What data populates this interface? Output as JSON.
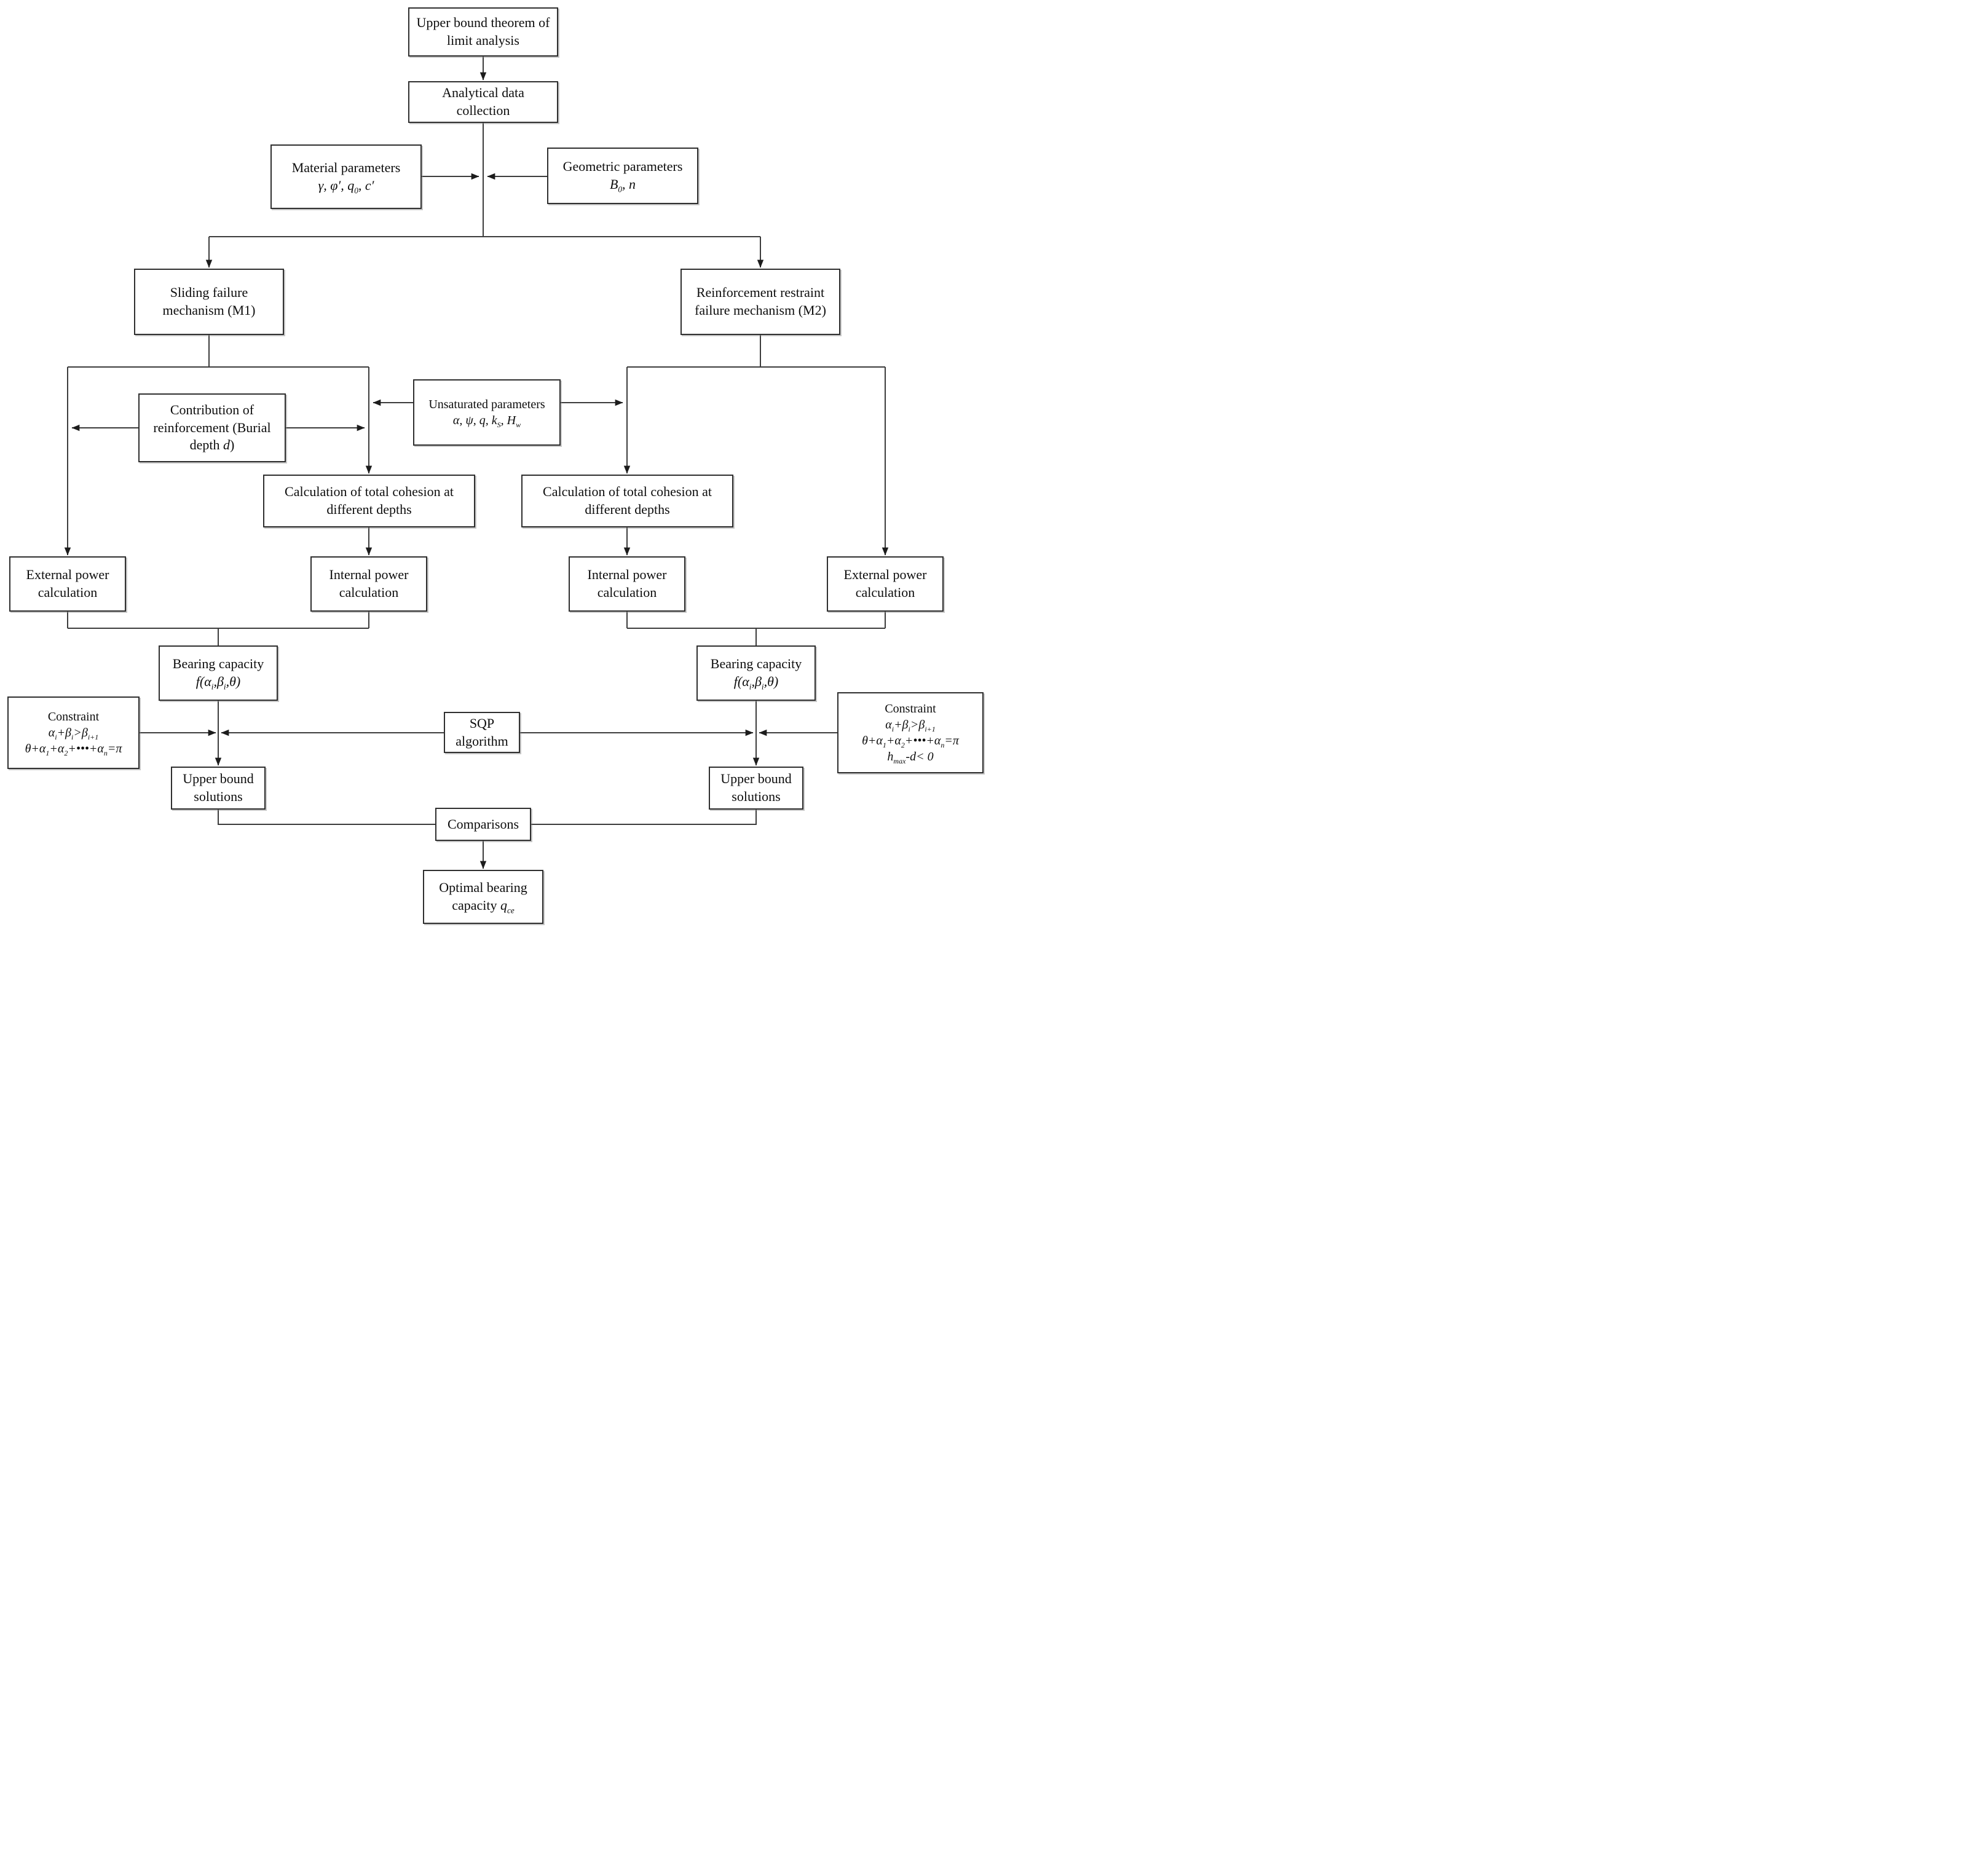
{
  "figure": {
    "type": "flowchart",
    "line_color": "#3c3c3c",
    "box_border_color": "#2f2f2f",
    "background": "#ffffff"
  },
  "boxes": {
    "theorem": {
      "text": "Upper bound theorem of limit analysis"
    },
    "collection": {
      "text": "Analytical data collection"
    },
    "material": {
      "title": "Material parameters",
      "f1": "γ, φ′, q",
      "s1": "0",
      "f2": ", c′"
    },
    "geometric": {
      "title": "Geometric parameters",
      "f1": "B",
      "s1": "0",
      "f2": ", n"
    },
    "m1": {
      "text": "Sliding failure mechanism (M1)"
    },
    "m2": {
      "text": "Reinforcement restraint failure mechanism (M2)"
    },
    "contribution": {
      "pre": "Contribution of reinforcement (Burial depth ",
      "var": "d",
      "post": ")"
    },
    "unsaturated": {
      "title": "Unsaturated parameters",
      "f1": "α, ψ, q, k",
      "s1": "S",
      "f2": ", H",
      "s2": "w"
    },
    "cohesion_left": {
      "text": "Calculation of total cohesion at different depths"
    },
    "cohesion_right": {
      "text": "Calculation of total cohesion at different depths"
    },
    "external_left": {
      "text": "External power calculation"
    },
    "internal_left": {
      "text": "Internal power calculation"
    },
    "internal_right": {
      "text": "Internal power calculation"
    },
    "external_right": {
      "text": "External power calculation"
    },
    "bearing_left": {
      "title": "Bearing capacity",
      "f1": "f(α",
      "s1": "i",
      "f2": ",β",
      "s2": "i",
      "f3": ",θ)"
    },
    "bearing_right": {
      "title": "Bearing capacity",
      "f1": "f(α",
      "s1": "i",
      "f2": ",β",
      "s2": "i",
      "f3": ",θ)"
    },
    "constraint_left": {
      "title": "Constraint",
      "l1a": "α",
      "l1s1": "i",
      "l1b": "+β",
      "l1s2": "i",
      "l1c": ">β",
      "l1s3": "i+1",
      "l2a": "θ+α",
      "l2s1": "1",
      "l2b": "+α",
      "l2s2": "2",
      "l2c": "+•••+α",
      "l2s3": "n",
      "l2d": "=π"
    },
    "sqp": {
      "text": "SQP algorithm"
    },
    "constraint_right": {
      "title": "Constraint",
      "l1a": "α",
      "l1s1": "i",
      "l1b": "+β",
      "l1s2": "i",
      "l1c": ">β",
      "l1s3": "i+1",
      "l2a": "θ+α",
      "l2s1": "1",
      "l2b": "+α",
      "l2s2": "2",
      "l2c": "+•••+α",
      "l2s3": "n",
      "l2d": "=π",
      "l3a": "h",
      "l3s": "max",
      "l3b": "-d< 0"
    },
    "upper_left": {
      "text": "Upper bound solutions"
    },
    "upper_right": {
      "text": "Upper bound solutions"
    },
    "comparisons": {
      "text": "Comparisons"
    },
    "optimal": {
      "pre": "Optimal bearing capacity ",
      "var": "q",
      "sub": "ce"
    }
  }
}
